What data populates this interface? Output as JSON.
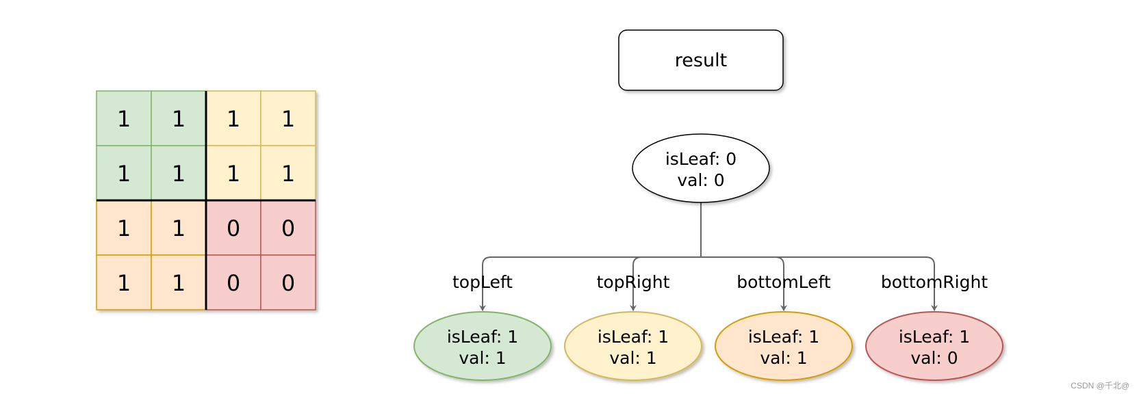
{
  "colors": {
    "green": {
      "fill": "#d5e8d4",
      "stroke": "#82b366"
    },
    "yellow": {
      "fill": "#fff2cc",
      "stroke": "#d6b656"
    },
    "orange": {
      "fill": "#ffe6cc",
      "stroke": "#d79b00"
    },
    "red": {
      "fill": "#f8cecc",
      "stroke": "#b85450"
    },
    "white": {
      "fill": "#ffffff",
      "stroke": "#000000"
    },
    "edge": "#666666"
  },
  "grid": {
    "rows": [
      [
        {
          "v": "1",
          "c": "green"
        },
        {
          "v": "1",
          "c": "green"
        },
        {
          "v": "1",
          "c": "yellow"
        },
        {
          "v": "1",
          "c": "yellow"
        }
      ],
      [
        {
          "v": "1",
          "c": "green"
        },
        {
          "v": "1",
          "c": "green"
        },
        {
          "v": "1",
          "c": "yellow"
        },
        {
          "v": "1",
          "c": "yellow"
        }
      ],
      [
        {
          "v": "1",
          "c": "orange"
        },
        {
          "v": "1",
          "c": "orange"
        },
        {
          "v": "0",
          "c": "red"
        },
        {
          "v": "0",
          "c": "red"
        }
      ],
      [
        {
          "v": "1",
          "c": "orange"
        },
        {
          "v": "1",
          "c": "orange"
        },
        {
          "v": "0",
          "c": "red"
        },
        {
          "v": "0",
          "c": "red"
        }
      ]
    ]
  },
  "result_label": "result",
  "root": {
    "line1": "isLeaf: 0",
    "line2": "val: 0"
  },
  "children": [
    {
      "label": "topLeft",
      "line1": "isLeaf: 1",
      "line2": "val: 1",
      "color": "green"
    },
    {
      "label": "topRight",
      "line1": "isLeaf: 1",
      "line2": "val: 1",
      "color": "yellow"
    },
    {
      "label": "bottomLeft",
      "line1": "isLeaf: 1",
      "line2": "val: 1",
      "color": "orange"
    },
    {
      "label": "bottomRight",
      "line1": "isLeaf: 1",
      "line2": "val: 0",
      "color": "red"
    }
  ],
  "watermark": "CSDN @千北@"
}
